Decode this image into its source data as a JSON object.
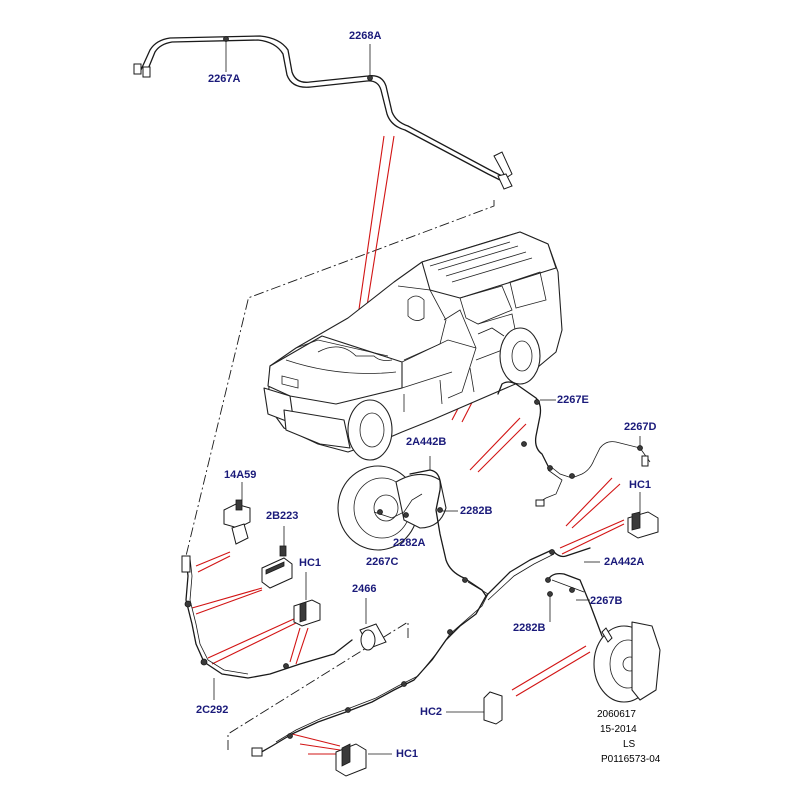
{
  "labels": {
    "l_2268A": "2268A",
    "l_2267A": "2267A",
    "l_2267E": "2267E",
    "l_2267D": "2267D",
    "l_2A442B": "2A442B",
    "l_14A59": "14A59",
    "l_2B223": "2B223",
    "l_HC1_top_right": "HC1",
    "l_2282B_mid": "2282B",
    "l_2282A": "2282A",
    "l_2267C": "2267C",
    "l_2A442A": "2A442A",
    "l_HC1_left": "HC1",
    "l_2466": "2466",
    "l_2267B": "2267B",
    "l_2282B_low": "2282B",
    "l_2C292": "2C292",
    "l_HC2": "HC2",
    "l_HC1_bottom": "HC1"
  },
  "footer": {
    "line1": "2060617",
    "line2": "15-2014",
    "line3": "LS",
    "line4": "P0116573-04"
  },
  "colors": {
    "label_text": "#1a1a7a",
    "callout_lines": "#d21414",
    "line_art": "#1a1a1a"
  }
}
